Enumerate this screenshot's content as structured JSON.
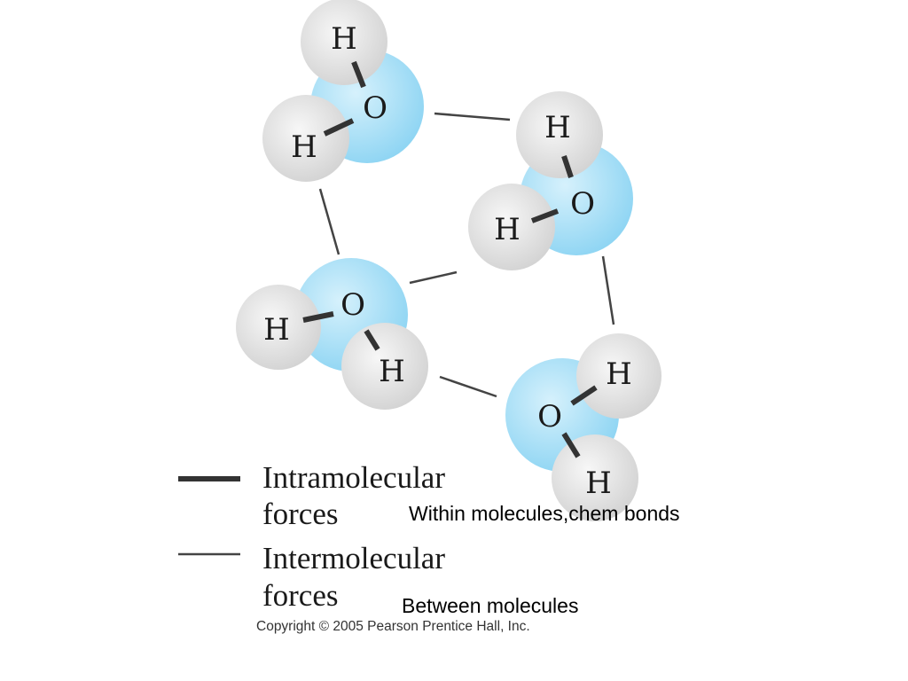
{
  "colors": {
    "oxygen_light": "#d6f1fc",
    "oxygen_dark": "#8fd5f3",
    "hydrogen_light": "#f7f7f7",
    "hydrogen_dark": "#d2d2d2",
    "intramolecular_line": "#333333",
    "intermolecular_line": "#444444"
  },
  "atoms": {
    "oxygen_symbol": "O",
    "hydrogen_symbol": "H"
  },
  "legend": {
    "intramolecular_line1": "Intramolecular",
    "intramolecular_line2": "forces",
    "intermolecular_line1": "Intermolecular",
    "intermolecular_line2": "forces"
  },
  "notes": {
    "within": "Within molecules,chem bonds",
    "between": "Between molecules"
  },
  "copyright": "Copyright © 2005 Pearson Prentice Hall, Inc."
}
